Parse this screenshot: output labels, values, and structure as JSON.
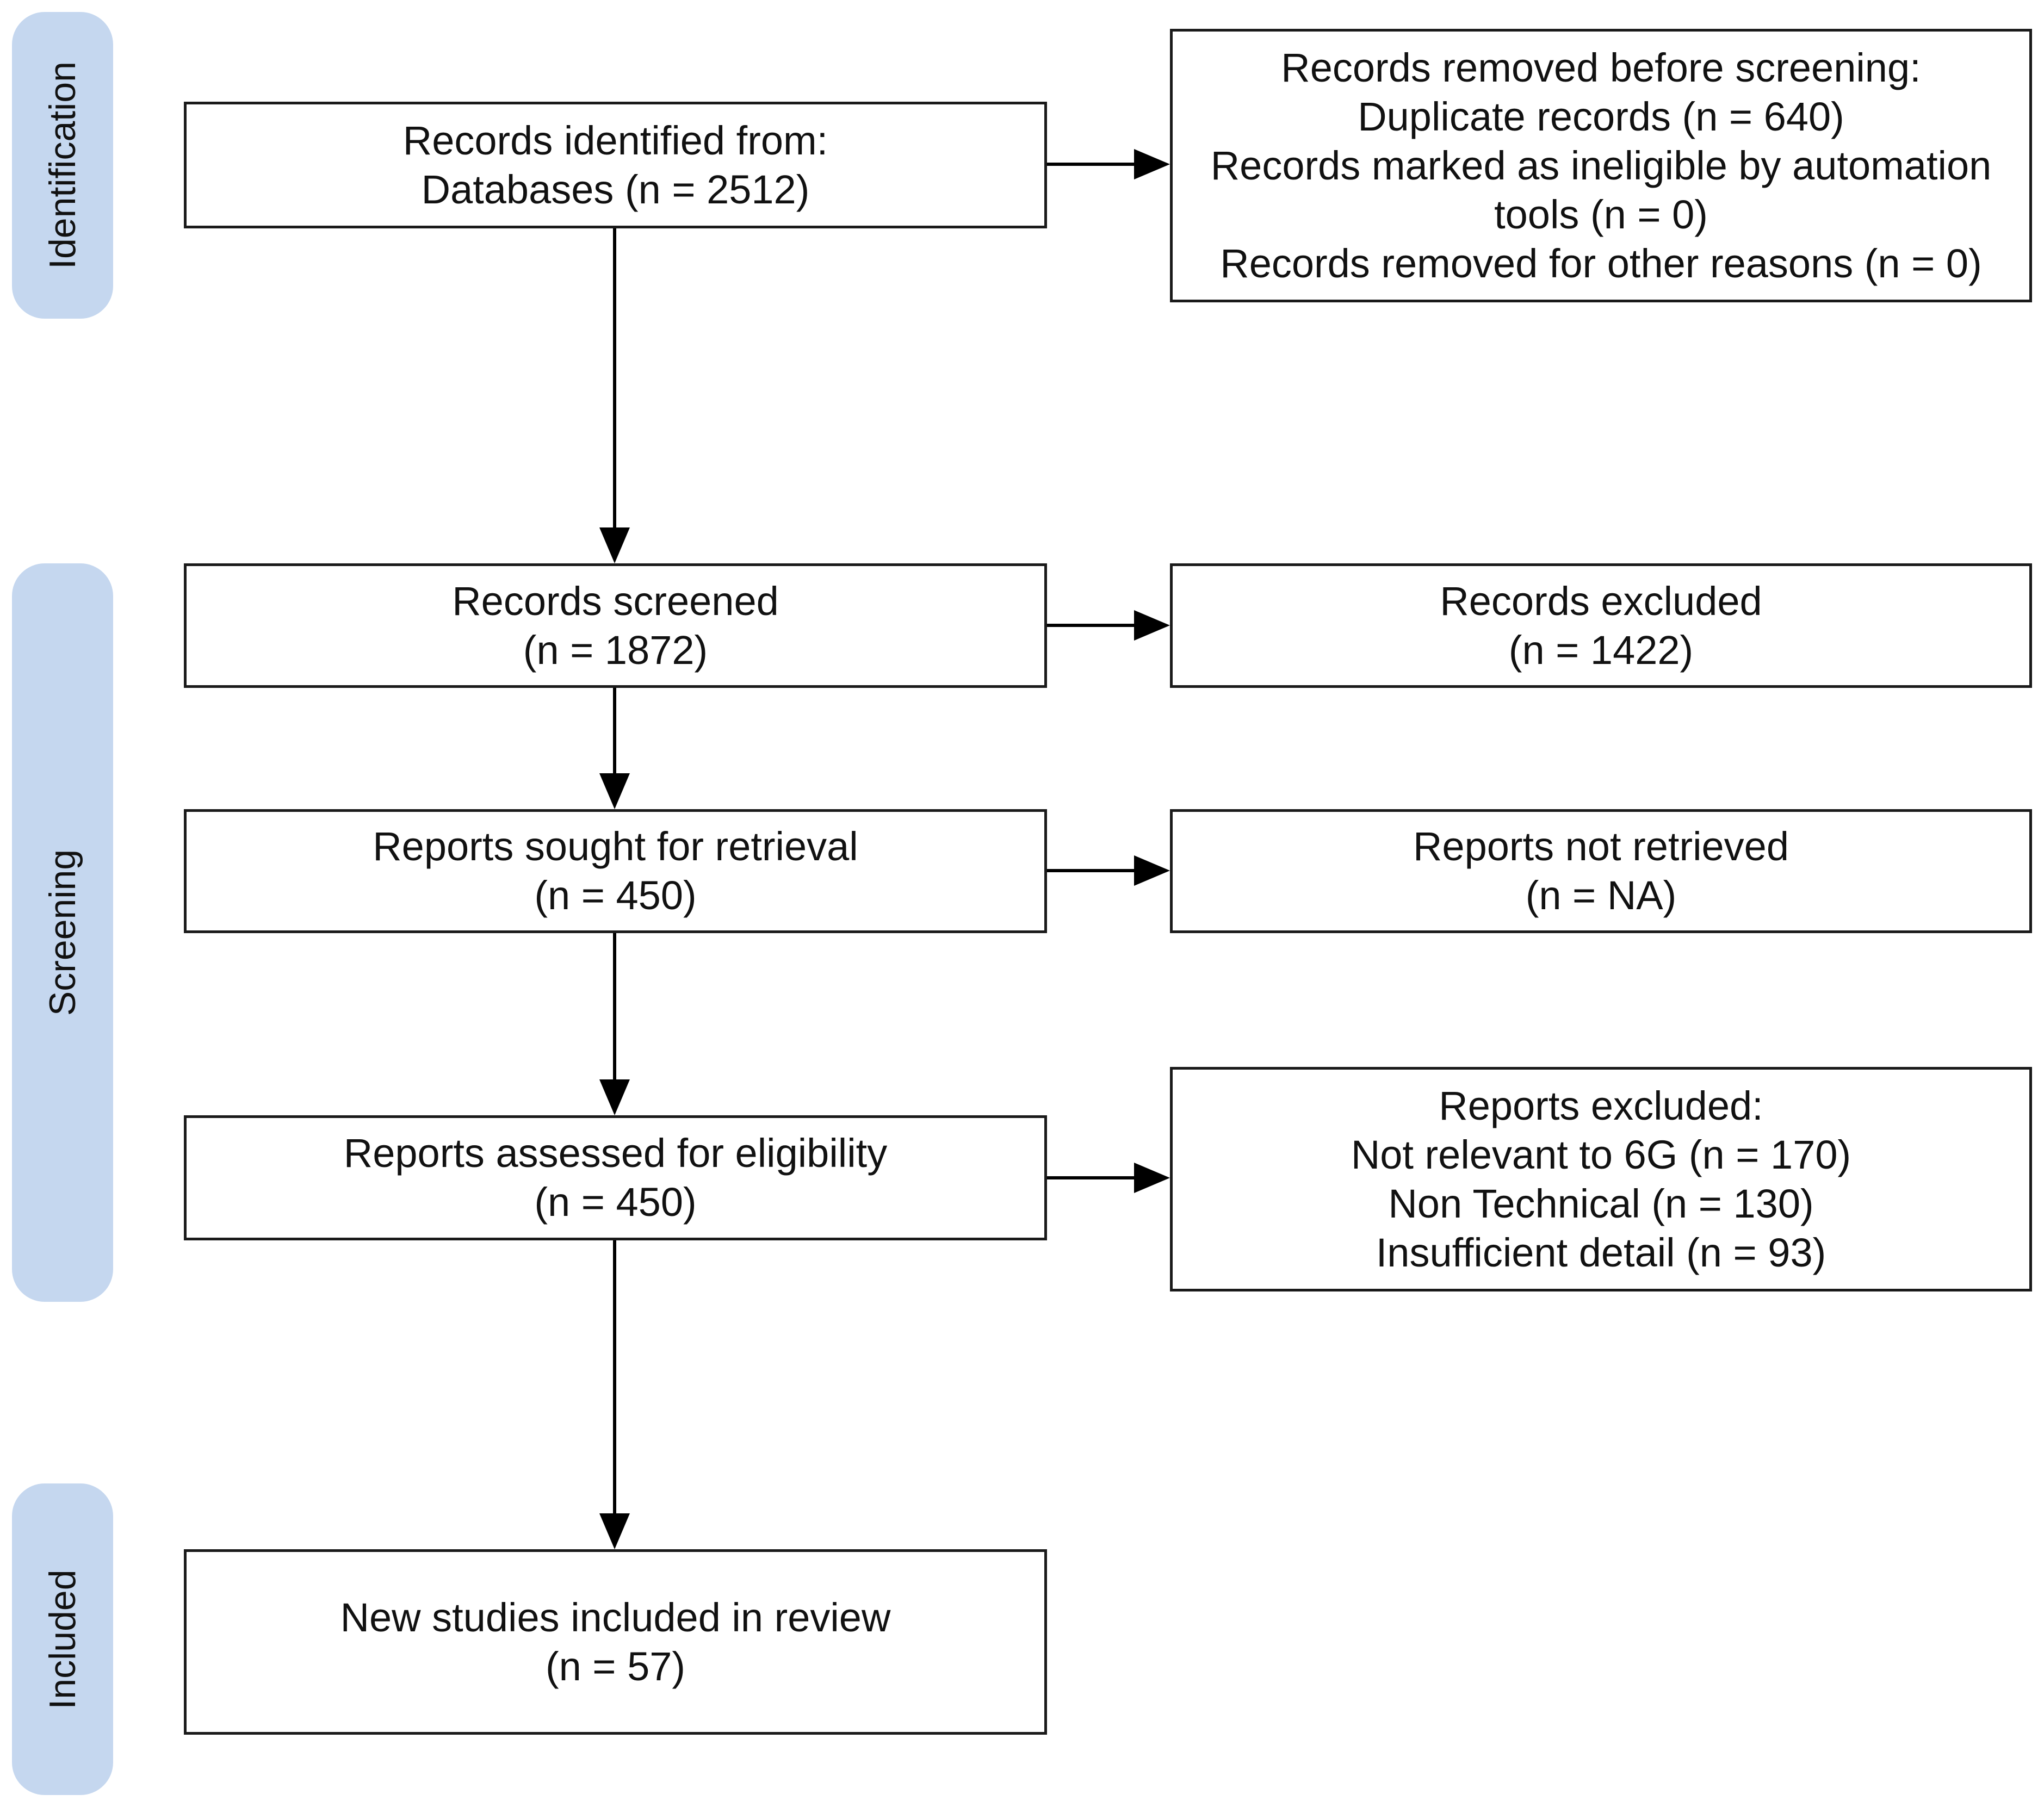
{
  "phases": {
    "identification": "Identification",
    "screening": "Screening",
    "included": "Included"
  },
  "boxes": {
    "identified": [
      "Records identified from:",
      "Databases (n = 2512)"
    ],
    "removed": [
      "Records removed before screening:",
      "Duplicate records (n = 640)",
      "Records marked as ineligible by automation",
      "tools (n = 0)",
      "Records removed for other reasons (n = 0)"
    ],
    "screened": [
      "Records screened",
      "(n = 1872)"
    ],
    "excluded": [
      "Records excluded",
      "(n = 1422)"
    ],
    "sought": [
      "Reports sought for retrieval",
      "(n = 450)"
    ],
    "not_retrieved": [
      "Reports not retrieved",
      "(n = NA)"
    ],
    "assessed": [
      "Reports assessed for eligibility",
      "(n = 450)"
    ],
    "reports_excluded": [
      "Reports excluded:",
      "Not relevant to 6G (n = 170)",
      "Non Technical (n = 130)",
      "Insufficient detail (n = 93)"
    ],
    "included": [
      "New studies included in review",
      "(n = 57)"
    ]
  },
  "colors": {
    "phase_fill": "#c5d7ef",
    "box_border": "#1a1a1a",
    "arrow": "#000000"
  }
}
